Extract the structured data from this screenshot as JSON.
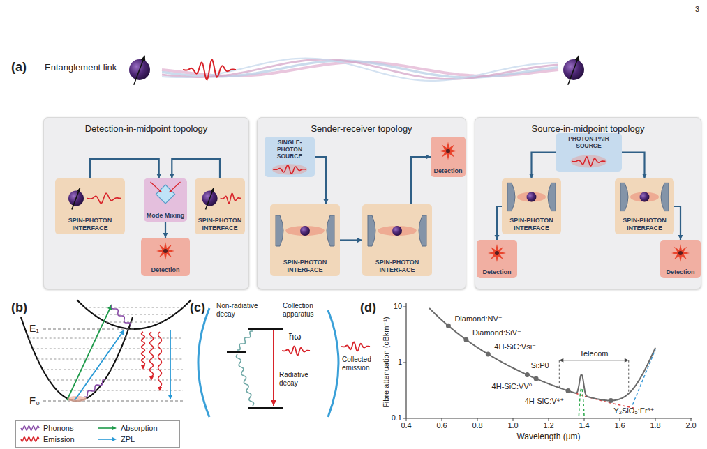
{
  "diagram": {
    "nodes": [
      {
        "text": [
          "Detection-in-midpoint topology"
        ]
      },
      {
        "text": [
          "SPIN-PHOTON INTERFACE"
        ],
        "in": 0
      },
      {
        "text": [
          "Mode Mixing"
        ],
        "in": 0
      },
      {
        "text": [
          "SPIN-PHOTON INTERFACE"
        ],
        "in": 0
      },
      {
        "text": [
          "Detection"
        ],
        "in": 0
      },
      {
        "text": [
          "Sender-receiver topology"
        ]
      },
      {
        "text": [
          "SINGLE-PHOTON SOURCE"
        ],
        "in": 5
      },
      {
        "text": [
          "SPIN-PHOTON INTERFACE"
        ],
        "in": 5
      },
      {
        "text": [
          "SPIN-PHOTON INTERFACE"
        ],
        "in": 5
      },
      {
        "text": [
          "Detection"
        ],
        "in": 5
      },
      {
        "text": [
          "Source-in-midpoint topology"
        ]
      },
      {
        "text": [
          "PHOTON-PAIR SOURCE"
        ],
        "in": 10
      },
      {
        "text": [
          "SPIN-PHOTON INTERFACE"
        ],
        "in": 10
      },
      {
        "text": [
          "SPIN-PHOTON INTERFACE"
        ],
        "in": 10
      },
      {
        "text": [
          "Detection"
        ],
        "in": 10
      },
      {
        "text": [
          "Detection"
        ],
        "in": 10
      }
    ],
    "edges": [
      {
        "from": 1,
        "to": 2,
        "arrow": "to"
      },
      {
        "from": 3,
        "to": 2,
        "arrow": "to"
      },
      {
        "from": 2,
        "to": 4,
        "arrow": "to"
      },
      {
        "from": 6,
        "to": 7,
        "arrow": "to"
      },
      {
        "from": 7,
        "to": 8,
        "arrow": "to"
      },
      {
        "from": 8,
        "to": 9,
        "arrow": "to"
      },
      {
        "from": 11,
        "to": 12,
        "arrow": "to"
      },
      {
        "from": 11,
        "to": 13,
        "arrow": "to"
      },
      {
        "from": 12,
        "to": 14,
        "arrow": "to"
      },
      {
        "from": 13,
        "to": 15,
        "arrow": "to"
      }
    ],
    "labels": [
      "3",
      "(a)",
      "Entanglement link",
      "(b)",
      "E₁",
      "E₀",
      "(c)",
      "Non-radiative decay",
      "Collection apparatus",
      "ħω",
      "Radiative decay",
      "Collected emission",
      "(d)",
      "Fibre attenuation (dBkm⁻¹)",
      "10",
      "1",
      "0.1",
      "0.4",
      "0.6",
      "0.8",
      "1.0",
      "1.2",
      "1.4",
      "1.6",
      "1.8",
      "2.0",
      "Wavelength (μm)",
      "Diamond:NV⁻",
      "Diamond:SiV⁻",
      "4H-SiC:Vsi⁻",
      "Si:P0",
      "4H-SiC:VV⁰",
      "4H-SiC:V⁴⁺",
      "Telecom",
      "Y₂SiO₅:Er³⁺"
    ],
    "legend": [
      {
        "text": "Phonons"
      },
      {
        "text": "Absorption"
      },
      {
        "text": "Emission"
      },
      {
        "text": "ZPL"
      }
    ]
  }
}
